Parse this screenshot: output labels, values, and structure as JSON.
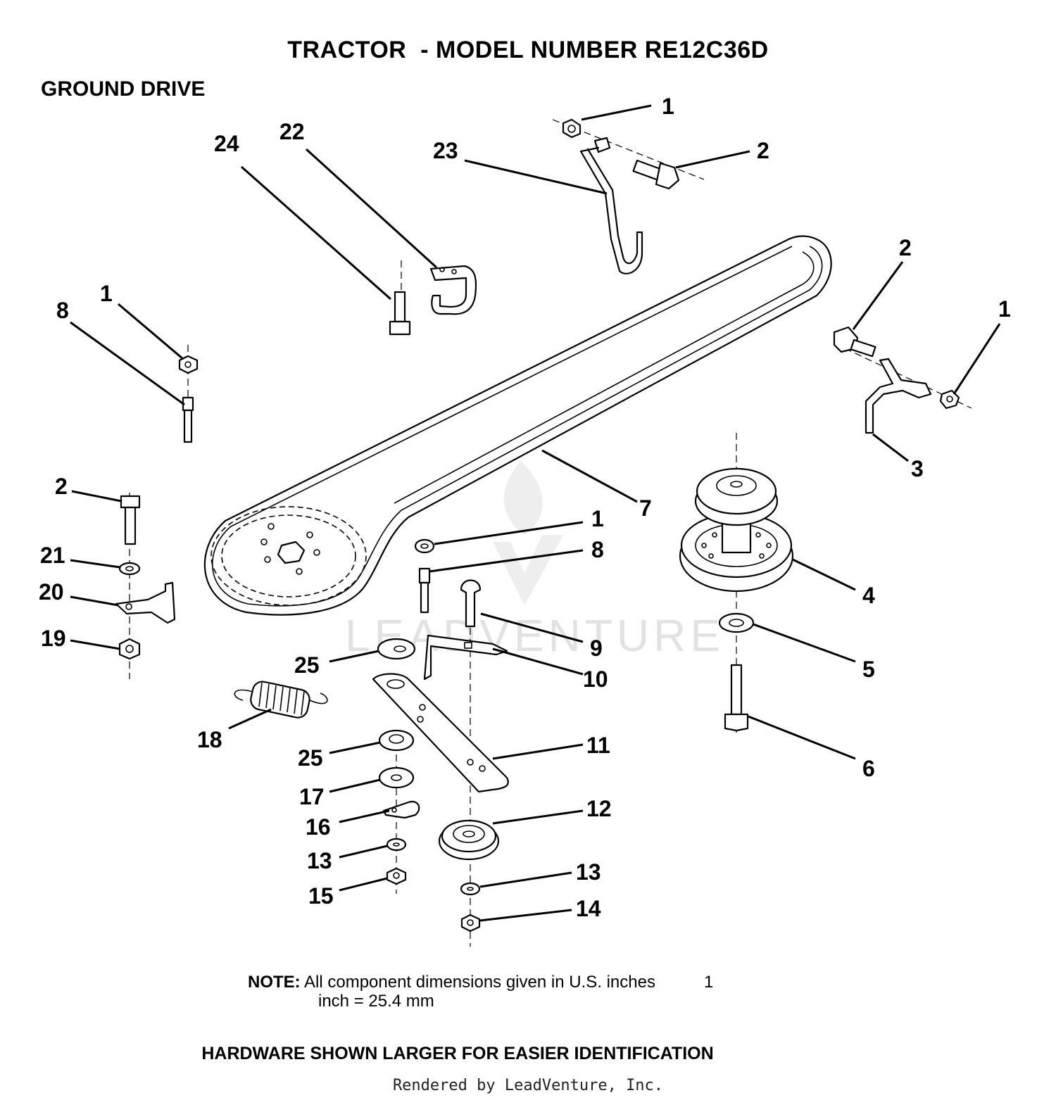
{
  "title": "TRACTOR  - MODEL NUMBER RE12C36D",
  "section": "GROUND DRIVE",
  "callouts": {
    "n1_top": "1",
    "n2_top": "2",
    "n23": "23",
    "n22": "22",
    "n24": "24",
    "n2_right": "2",
    "n1_right": "1",
    "n3": "3",
    "n1_left": "1",
    "n8_left": "8",
    "n2_left": "2",
    "n21": "21",
    "n20": "20",
    "n19": "19",
    "n7": "7",
    "n1_mid": "1",
    "n8_mid": "8",
    "n4": "4",
    "n5": "5",
    "n6": "6",
    "n9": "9",
    "n10": "10",
    "n25_top": "25",
    "n18": "18",
    "n11": "11",
    "n25_bottom": "25",
    "n17": "17",
    "n16": "16",
    "n12": "12",
    "n13_left": "13",
    "n15": "15",
    "n13_right": "13",
    "n14": "14"
  },
  "watermark": "LEADVENTURE",
  "note": {
    "label": "NOTE:",
    "text": "All component dimensions given in U.S. inches",
    "num": "1",
    "line2": "inch = 25.4 mm"
  },
  "hardware_note": "HARDWARE SHOWN LARGER FOR EASIER IDENTIFICATION",
  "footer": "Rendered by LeadVenture, Inc."
}
